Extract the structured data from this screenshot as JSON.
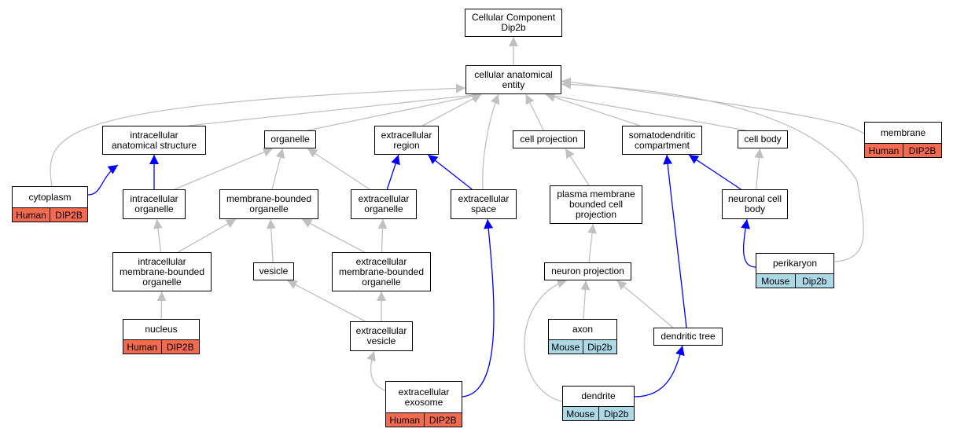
{
  "colors": {
    "human": "#f26a4f",
    "mouse": "#add8e6",
    "edge_gray": "#c0c0c0",
    "edge_blue": "#0000ff"
  },
  "nodes": [
    {
      "id": "root",
      "label": "Cellular Component\nDip2b"
    },
    {
      "id": "cae",
      "label": "cellular anatomical\nentity"
    },
    {
      "id": "ias",
      "label": "intracellular\nanatomical structure"
    },
    {
      "id": "organelle",
      "label": "organelle"
    },
    {
      "id": "ecr",
      "label": "extracellular\nregion"
    },
    {
      "id": "cellproj",
      "label": "cell projection"
    },
    {
      "id": "somato",
      "label": "somatodendritic\ncompartment"
    },
    {
      "id": "cellbody",
      "label": "cell body"
    },
    {
      "id": "membrane",
      "label": "membrane",
      "tags": [
        {
          "text": "Human",
          "kind": "human"
        },
        {
          "text": "DIP2B",
          "kind": "human"
        }
      ]
    },
    {
      "id": "cytoplasm",
      "label": "cytoplasm",
      "tags": [
        {
          "text": "Human",
          "kind": "human"
        },
        {
          "text": "DIP2B",
          "kind": "human"
        }
      ]
    },
    {
      "id": "intraorg",
      "label": "intracellular\norganelle"
    },
    {
      "id": "mbo",
      "label": "membrane-bounded\norganelle"
    },
    {
      "id": "ecorg",
      "label": "extracellular\norganelle"
    },
    {
      "id": "ecspace",
      "label": "extracellular\nspace"
    },
    {
      "id": "pmbcp",
      "label": "plasma membrane\nbounded cell\nprojection"
    },
    {
      "id": "ncb",
      "label": "neuronal cell\nbody"
    },
    {
      "id": "imbo",
      "label": "intracellular\nmembrane-bounded\norganelle"
    },
    {
      "id": "vesicle",
      "label": "vesicle"
    },
    {
      "id": "embo",
      "label": "extracellular\nmembrane-bounded\norganelle"
    },
    {
      "id": "neuronproj",
      "label": "neuron projection"
    },
    {
      "id": "perikaryon",
      "label": "perikaryon",
      "tags": [
        {
          "text": "Mouse",
          "kind": "mouse"
        },
        {
          "text": "Dip2b",
          "kind": "mouse"
        }
      ]
    },
    {
      "id": "nucleus",
      "label": "nucleus",
      "tags": [
        {
          "text": "Human",
          "kind": "human"
        },
        {
          "text": "DIP2B",
          "kind": "human"
        }
      ]
    },
    {
      "id": "ecvesicle",
      "label": "extracellular\nvesicle"
    },
    {
      "id": "axon",
      "label": "axon",
      "tags": [
        {
          "text": "Mouse",
          "kind": "mouse"
        },
        {
          "text": "Dip2b",
          "kind": "mouse"
        }
      ]
    },
    {
      "id": "dentree",
      "label": "dendritic tree"
    },
    {
      "id": "exosome",
      "label": "extracellular\nexosome",
      "tags": [
        {
          "text": "Human",
          "kind": "human"
        },
        {
          "text": "DIP2B",
          "kind": "human"
        }
      ]
    },
    {
      "id": "dendrite",
      "label": "dendrite",
      "tags": [
        {
          "text": "Mouse",
          "kind": "mouse"
        },
        {
          "text": "Dip2b",
          "kind": "mouse"
        }
      ]
    }
  ],
  "edges": [
    {
      "from": "cae",
      "to": "root",
      "kind": "is_a"
    },
    {
      "from": "ias",
      "to": "cae",
      "kind": "is_a"
    },
    {
      "from": "organelle",
      "to": "cae",
      "kind": "is_a"
    },
    {
      "from": "ecr",
      "to": "cae",
      "kind": "is_a"
    },
    {
      "from": "cellproj",
      "to": "cae",
      "kind": "is_a"
    },
    {
      "from": "somato",
      "to": "cae",
      "kind": "is_a"
    },
    {
      "from": "cellbody",
      "to": "cae",
      "kind": "is_a"
    },
    {
      "from": "membrane",
      "to": "cae",
      "kind": "is_a"
    },
    {
      "from": "cytoplasm",
      "to": "cae",
      "kind": "is_a"
    },
    {
      "from": "ecspace",
      "to": "cae",
      "kind": "is_a"
    },
    {
      "from": "perikaryon",
      "to": "cae",
      "kind": "is_a"
    },
    {
      "from": "cytoplasm",
      "to": "ias",
      "kind": "part_of"
    },
    {
      "from": "intraorg",
      "to": "ias",
      "kind": "part_of"
    },
    {
      "from": "intraorg",
      "to": "organelle",
      "kind": "is_a"
    },
    {
      "from": "mbo",
      "to": "organelle",
      "kind": "is_a"
    },
    {
      "from": "ecorg",
      "to": "organelle",
      "kind": "is_a"
    },
    {
      "from": "ecorg",
      "to": "ecr",
      "kind": "part_of"
    },
    {
      "from": "ecspace",
      "to": "ecr",
      "kind": "part_of"
    },
    {
      "from": "pmbcp",
      "to": "cellproj",
      "kind": "is_a"
    },
    {
      "from": "ncb",
      "to": "somato",
      "kind": "part_of"
    },
    {
      "from": "ncb",
      "to": "cellbody",
      "kind": "is_a"
    },
    {
      "from": "imbo",
      "to": "intraorg",
      "kind": "is_a"
    },
    {
      "from": "imbo",
      "to": "mbo",
      "kind": "is_a"
    },
    {
      "from": "vesicle",
      "to": "mbo",
      "kind": "is_a"
    },
    {
      "from": "embo",
      "to": "mbo",
      "kind": "is_a"
    },
    {
      "from": "embo",
      "to": "ecorg",
      "kind": "is_a"
    },
    {
      "from": "neuronproj",
      "to": "pmbcp",
      "kind": "is_a"
    },
    {
      "from": "perikaryon",
      "to": "ncb",
      "kind": "part_of"
    },
    {
      "from": "nucleus",
      "to": "imbo",
      "kind": "is_a"
    },
    {
      "from": "ecvesicle",
      "to": "vesicle",
      "kind": "is_a"
    },
    {
      "from": "ecvesicle",
      "to": "embo",
      "kind": "is_a"
    },
    {
      "from": "axon",
      "to": "neuronproj",
      "kind": "is_a"
    },
    {
      "from": "dentree",
      "to": "neuronproj",
      "kind": "is_a"
    },
    {
      "from": "dentree",
      "to": "somato",
      "kind": "part_of"
    },
    {
      "from": "exosome",
      "to": "ecvesicle",
      "kind": "is_a"
    },
    {
      "from": "exosome",
      "to": "ecspace",
      "kind": "part_of"
    },
    {
      "from": "dendrite",
      "to": "neuronproj",
      "kind": "is_a"
    },
    {
      "from": "dendrite",
      "to": "dentree",
      "kind": "part_of"
    }
  ]
}
